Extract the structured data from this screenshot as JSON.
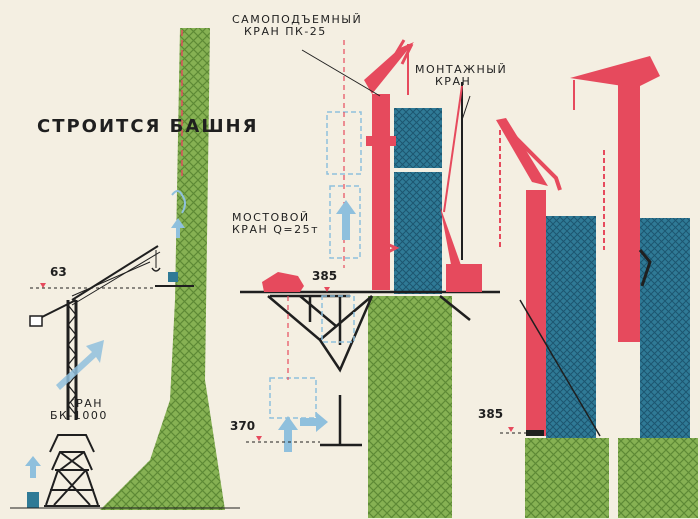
{
  "title": "СТРОИТСЯ БАШНЯ",
  "labels": {
    "self_lifting_crane_line1": "САМОПОДЪЕМНЫЙ",
    "self_lifting_crane_line2": "КРАН ПК-25",
    "assembly_crane_line1": "МОНТАЖНЫЙ",
    "assembly_crane_line2": "КРАН",
    "bridge_crane_line1": "МОСТОВОЙ",
    "bridge_crane_line2": "КРАН Q=25т",
    "tower_crane_line1": "КРАН",
    "tower_crane_line2": "БК-1000"
  },
  "elevation_marks": {
    "mark_63": "63",
    "mark_385_mid": "385",
    "mark_370": "370",
    "mark_385_right": "385"
  },
  "colors": {
    "background": "#f4efe2",
    "lattice_green": "#86b153",
    "module_blue": "#2f7a96",
    "crane_red": "#e64a5d",
    "arrow_blue": "#8fc0dd",
    "ink": "#1f1f1f"
  }
}
